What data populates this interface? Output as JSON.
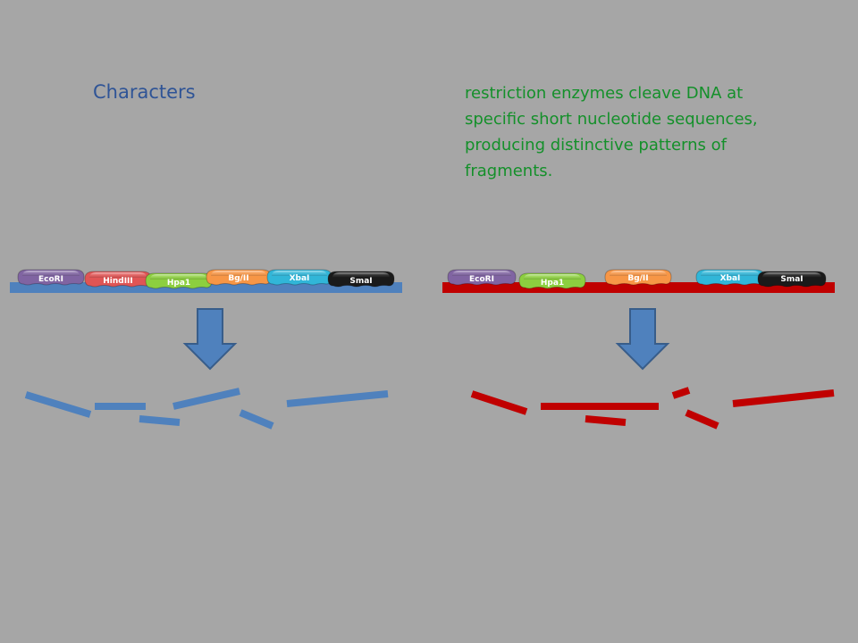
{
  "title": "Characters",
  "description": "restriction enzymes cleave DNA at specific short nucleotide sequences, producing distinctive patterns of fragments.",
  "colors": {
    "background": "#a6a6a6",
    "left_strand": "#4f81bd",
    "right_strand": "#c00000",
    "title_text": "#2f5496",
    "description_text": "#14902a",
    "arrow_fill": "#4f81bd",
    "arrow_stroke": "#385d8a"
  },
  "left_enzymes": [
    {
      "label": "EcoRI",
      "color": "#8064a2",
      "text_color": "#ffffff"
    },
    {
      "label": "HindIII",
      "color": "#e05555",
      "text_color": "#ffffff"
    },
    {
      "label": "Hpa1",
      "color": "#8ccf3f",
      "text_color": "#ffffff"
    },
    {
      "label": "Bg/II",
      "color": "#f79646",
      "text_color": "#ffffff"
    },
    {
      "label": "XbaI",
      "color": "#31b6d8",
      "text_color": "#ffffff"
    },
    {
      "label": "SmaI",
      "color": "#1a1a1a",
      "text_color": "#ffffff"
    }
  ],
  "right_enzymes": [
    {
      "label": "EcoRI",
      "color": "#8064a2",
      "text_color": "#ffffff"
    },
    {
      "label": "Hpa1",
      "color": "#8ccf3f",
      "text_color": "#ffffff"
    },
    {
      "label": "Bg/II",
      "color": "#f79646",
      "text_color": "#ffffff"
    },
    {
      "label": "XbaI",
      "color": "#31b6d8",
      "text_color": "#ffffff"
    },
    {
      "label": "SmaI",
      "color": "#1a1a1a",
      "text_color": "#ffffff"
    }
  ]
}
